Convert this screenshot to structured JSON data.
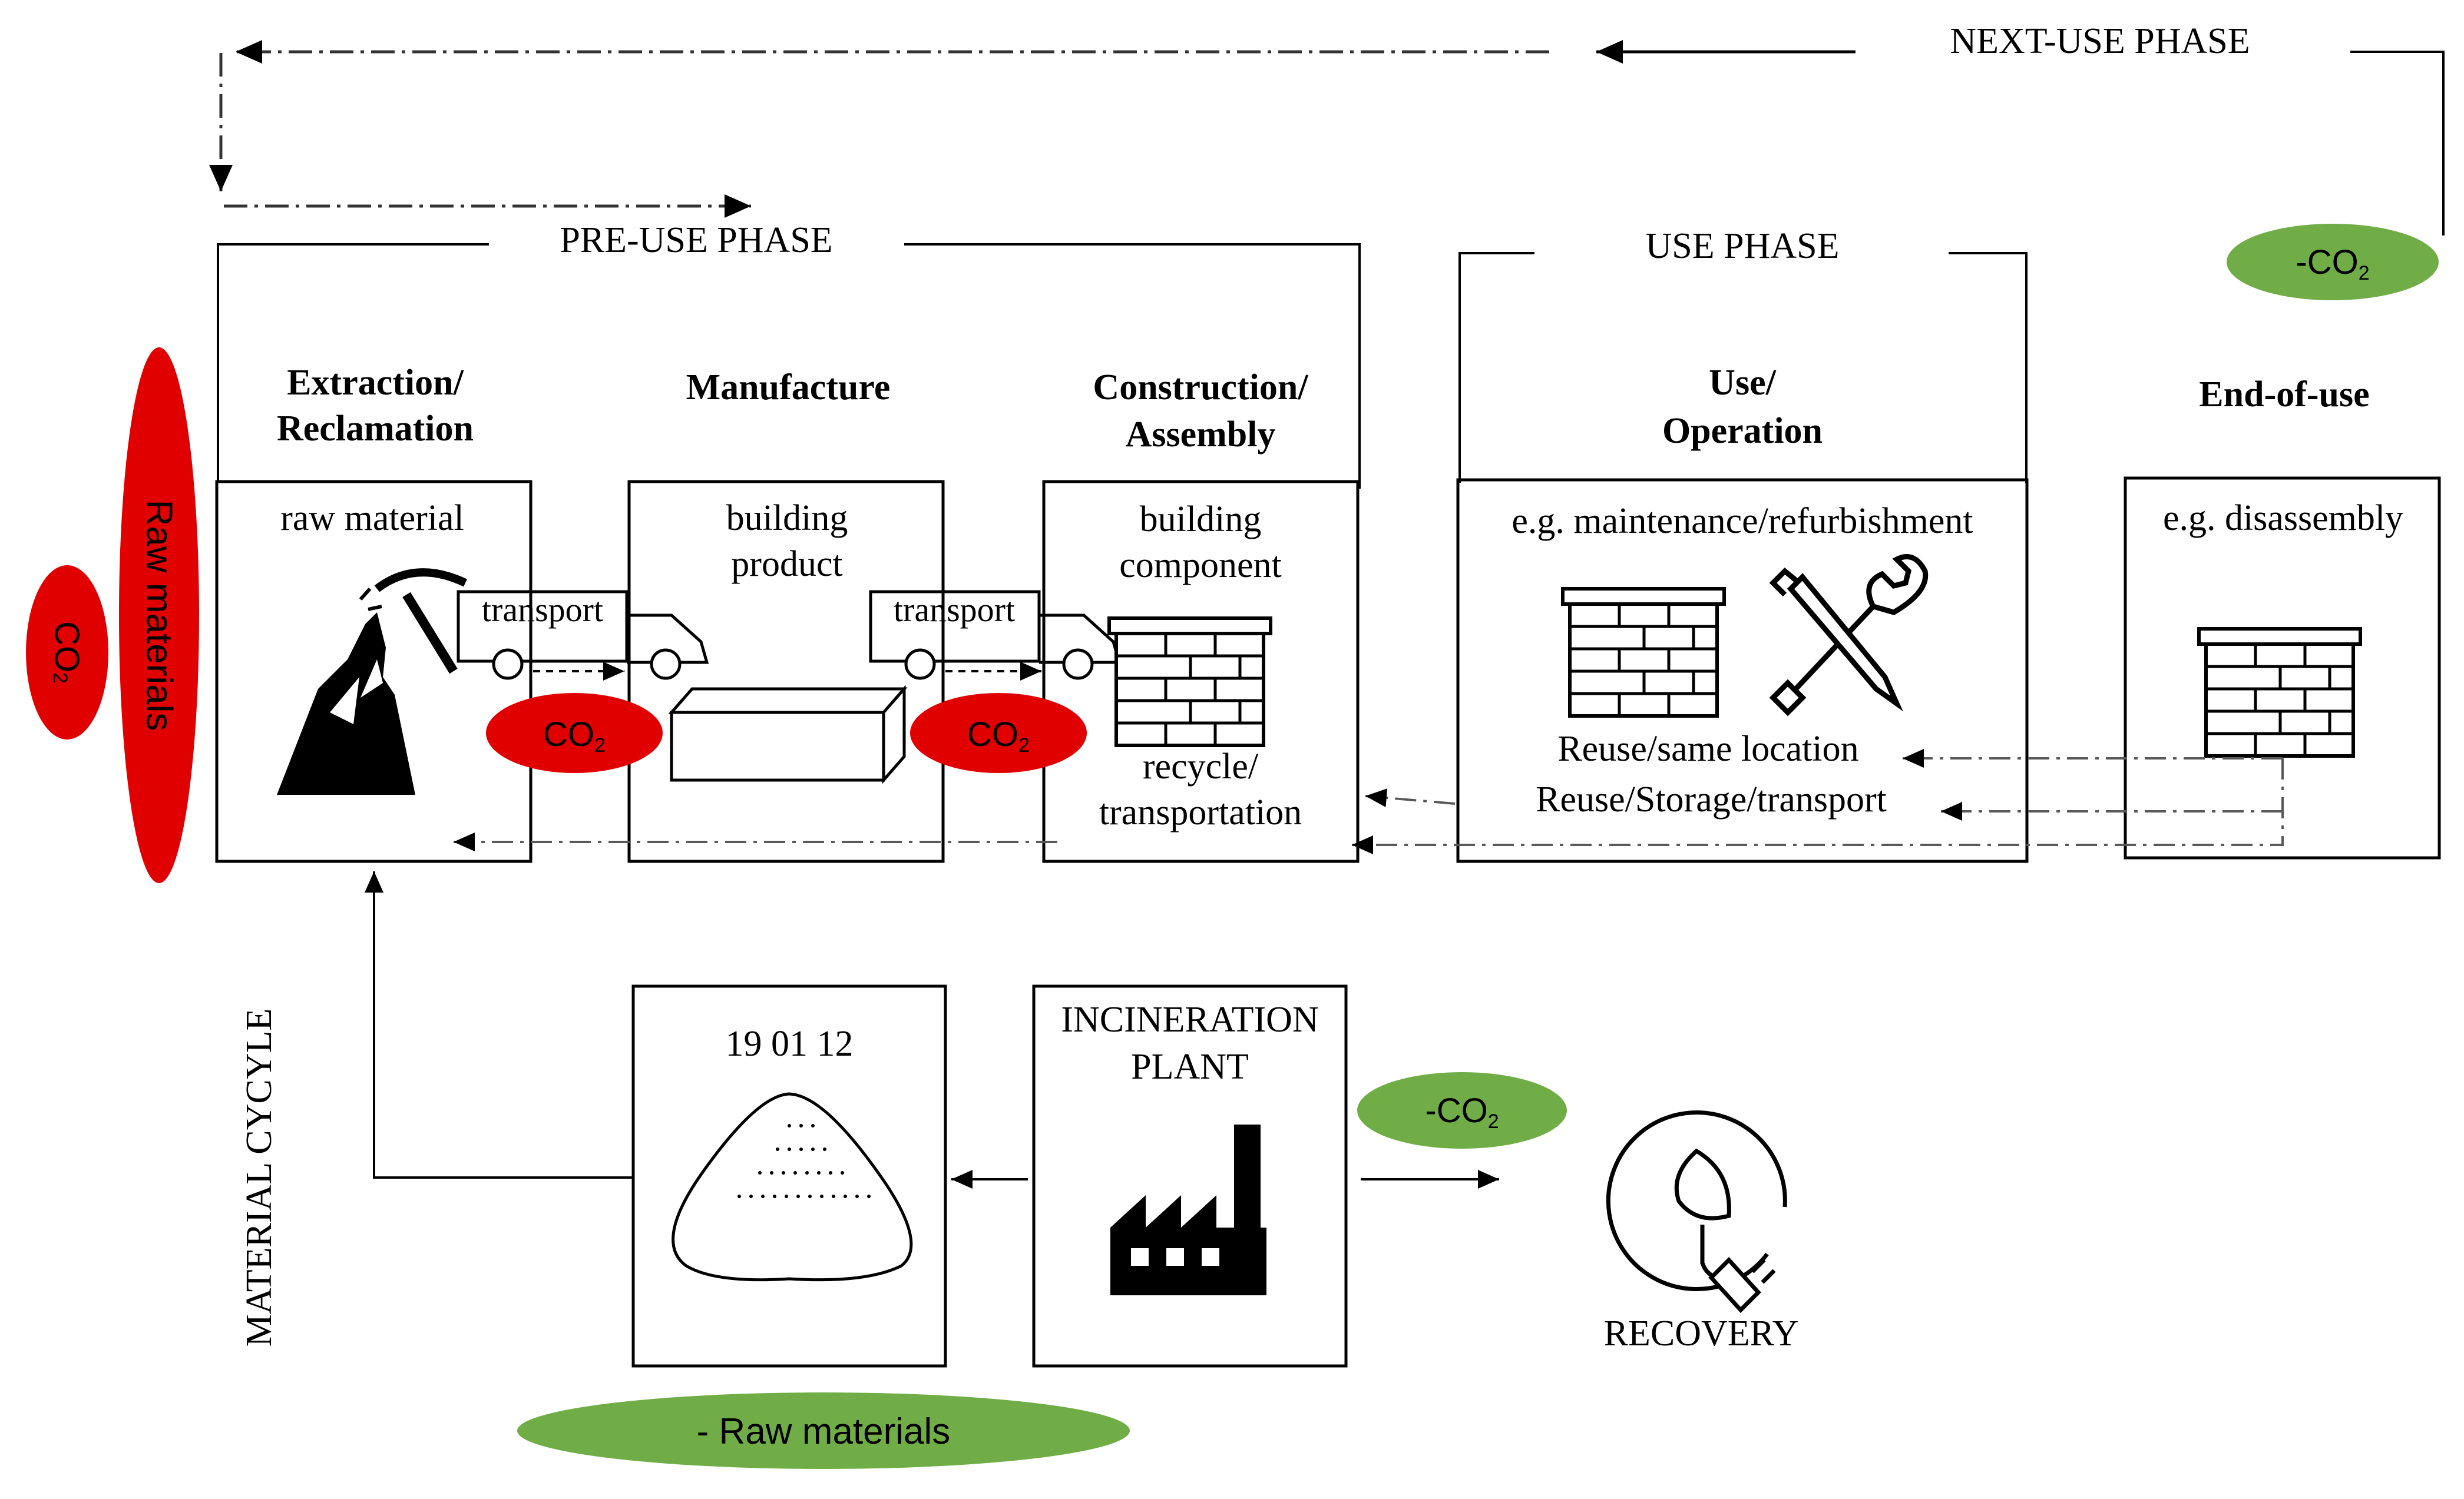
{
  "phases": {
    "next_use": "NEXT-USE PHASE",
    "pre_use": "PRE-USE PHASE",
    "use": "USE PHASE",
    "material_cycle": "MATERIAL CYCYLE"
  },
  "stages": {
    "extraction": {
      "title_line1": "Extraction/",
      "title_line2": "Reclamation",
      "box_text": "raw material"
    },
    "manufacture": {
      "title": "Manufacture",
      "box_line1": "building",
      "box_line2": "product"
    },
    "construction": {
      "title_line1": "Construction/",
      "title_line2": "Assembly",
      "box_line1": "building",
      "box_line2": "component",
      "bottom_line1": "recycle/",
      "bottom_line2": "transportation"
    },
    "use": {
      "title_line1": "Use/",
      "title_line2": "Operation",
      "box_text": "e.g. maintenance/refurbishment",
      "reuse_same": "Reuse/same location",
      "reuse_storage": "Reuse/Storage/transport"
    },
    "end_of_use": {
      "title": "End-of-use",
      "box_text": "e.g. disassembly"
    }
  },
  "transport": {
    "label_1": "transport",
    "label_2": "transport"
  },
  "emissions": {
    "co2_left": "CO",
    "co2_left_sub": "2",
    "co2_1": "CO",
    "co2_1_sub": "2",
    "co2_2": "CO",
    "co2_2_sub": "2",
    "neg_co2_top": "-CO",
    "neg_co2_top_sub": "2",
    "neg_co2_incin": "-CO",
    "neg_co2_incin_sub": "2"
  },
  "raw_materials": {
    "label": "Raw materials",
    "negative_label": "- Raw materials"
  },
  "bottom": {
    "waste_code": "19 01 12",
    "incineration_line1": "INCINERATION",
    "incineration_line2": "PLANT",
    "recovery": "RECOVERY"
  },
  "colors": {
    "red": "#e00000",
    "green": "#70ad47",
    "stroke": "#000000",
    "dash_line": "#595959"
  }
}
